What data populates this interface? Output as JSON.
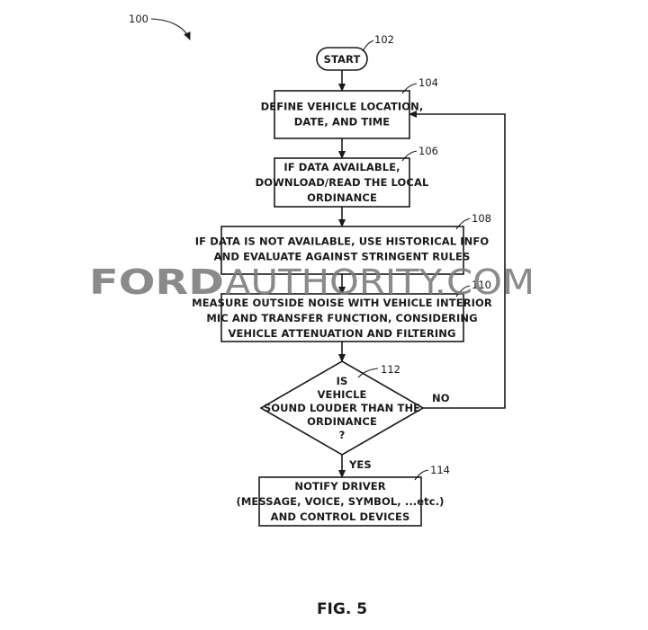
{
  "figure": {
    "ref_main": "100",
    "caption": "FIG. 5",
    "watermark_ford": "FORD",
    "watermark_authority": "AUTHORITY.COM"
  },
  "nodes": {
    "start": {
      "ref": "102",
      "lines": [
        "START"
      ]
    },
    "n104": {
      "ref": "104",
      "lines": [
        "DEFINE VEHICLE LOCATION,",
        "DATE, AND TIME"
      ]
    },
    "n106": {
      "ref": "106",
      "lines": [
        "IF DATA AVAILABLE,",
        "DOWNLOAD/READ THE LOCAL",
        "ORDINANCE"
      ]
    },
    "n108": {
      "ref": "108",
      "lines": [
        "IF DATA IS NOT AVAILABLE, USE HISTORICAL INFO",
        "AND EVALUATE AGAINST STRINGENT RULES"
      ]
    },
    "n110": {
      "ref": "110",
      "lines": [
        "MEASURE OUTSIDE NOISE WITH VEHICLE INTERIOR",
        "MIC AND TRANSFER FUNCTION, CONSIDERING",
        "VEHICLE ATTENUATION AND FILTERING"
      ]
    },
    "n112": {
      "ref": "112",
      "lines": [
        "IS",
        "VEHICLE",
        "SOUND LOUDER THAN THE",
        "ORDINANCE",
        "?"
      ]
    },
    "n114": {
      "ref": "114",
      "lines": [
        "NOTIFY DRIVER",
        "(MESSAGE, VOICE, SYMBOL, ...etc.)",
        "AND CONTROL DEVICES"
      ]
    }
  },
  "edges": {
    "yes_label": "YES",
    "no_label": "NO"
  }
}
